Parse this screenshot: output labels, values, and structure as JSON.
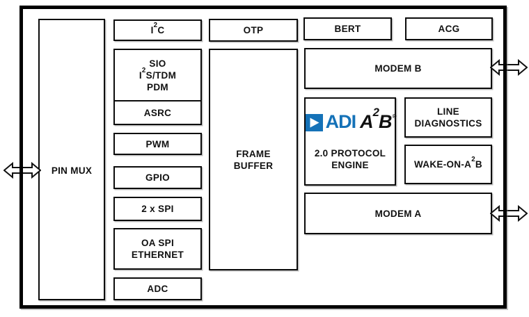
{
  "diagram_type": "functional-block-diagram",
  "colors": {
    "background": "#ffffff",
    "line": "#000000",
    "text": "#111111",
    "logo_blue": "#1572b8"
  },
  "blocks": {
    "pin_mux": {
      "label": "PIN MUX"
    },
    "i2c": {
      "pre": "I",
      "sup": "2",
      "post": "C"
    },
    "sio": {
      "line1": "SIO",
      "line2_pre": "I",
      "line2_sup": "2",
      "line2_post": "S/TDM",
      "line3": "PDM"
    },
    "asrc": {
      "label": "ASRC"
    },
    "pwm": {
      "label": "PWM"
    },
    "gpio": {
      "label": "GPIO"
    },
    "spi": {
      "label": "2 x SPI"
    },
    "oa_spi": {
      "line1": "OA SPI",
      "line2": "ETHERNET"
    },
    "adc": {
      "label": "ADC"
    },
    "otp": {
      "label": "OTP"
    },
    "frame_buffer": {
      "line1": "FRAME",
      "line2": "BUFFER"
    },
    "bert": {
      "label": "BERT"
    },
    "acg": {
      "label": "ACG"
    },
    "modem_b": {
      "label": "MODEM B"
    },
    "protocol_engine": {
      "line1": "2.0 PROTOCOL",
      "line2": "ENGINE"
    },
    "line_diagnostics": {
      "line1": "LINE",
      "line2": "DIAGNOSTICS"
    },
    "wake_on_a2b": {
      "pre": "WAKE-ON-A",
      "sup": "2",
      "post": "B"
    },
    "modem_a": {
      "label": "MODEM A"
    }
  },
  "logo": {
    "brand": "ADI",
    "product_pre": "A",
    "product_sup": "2",
    "product_post": "B",
    "registered": "®"
  }
}
